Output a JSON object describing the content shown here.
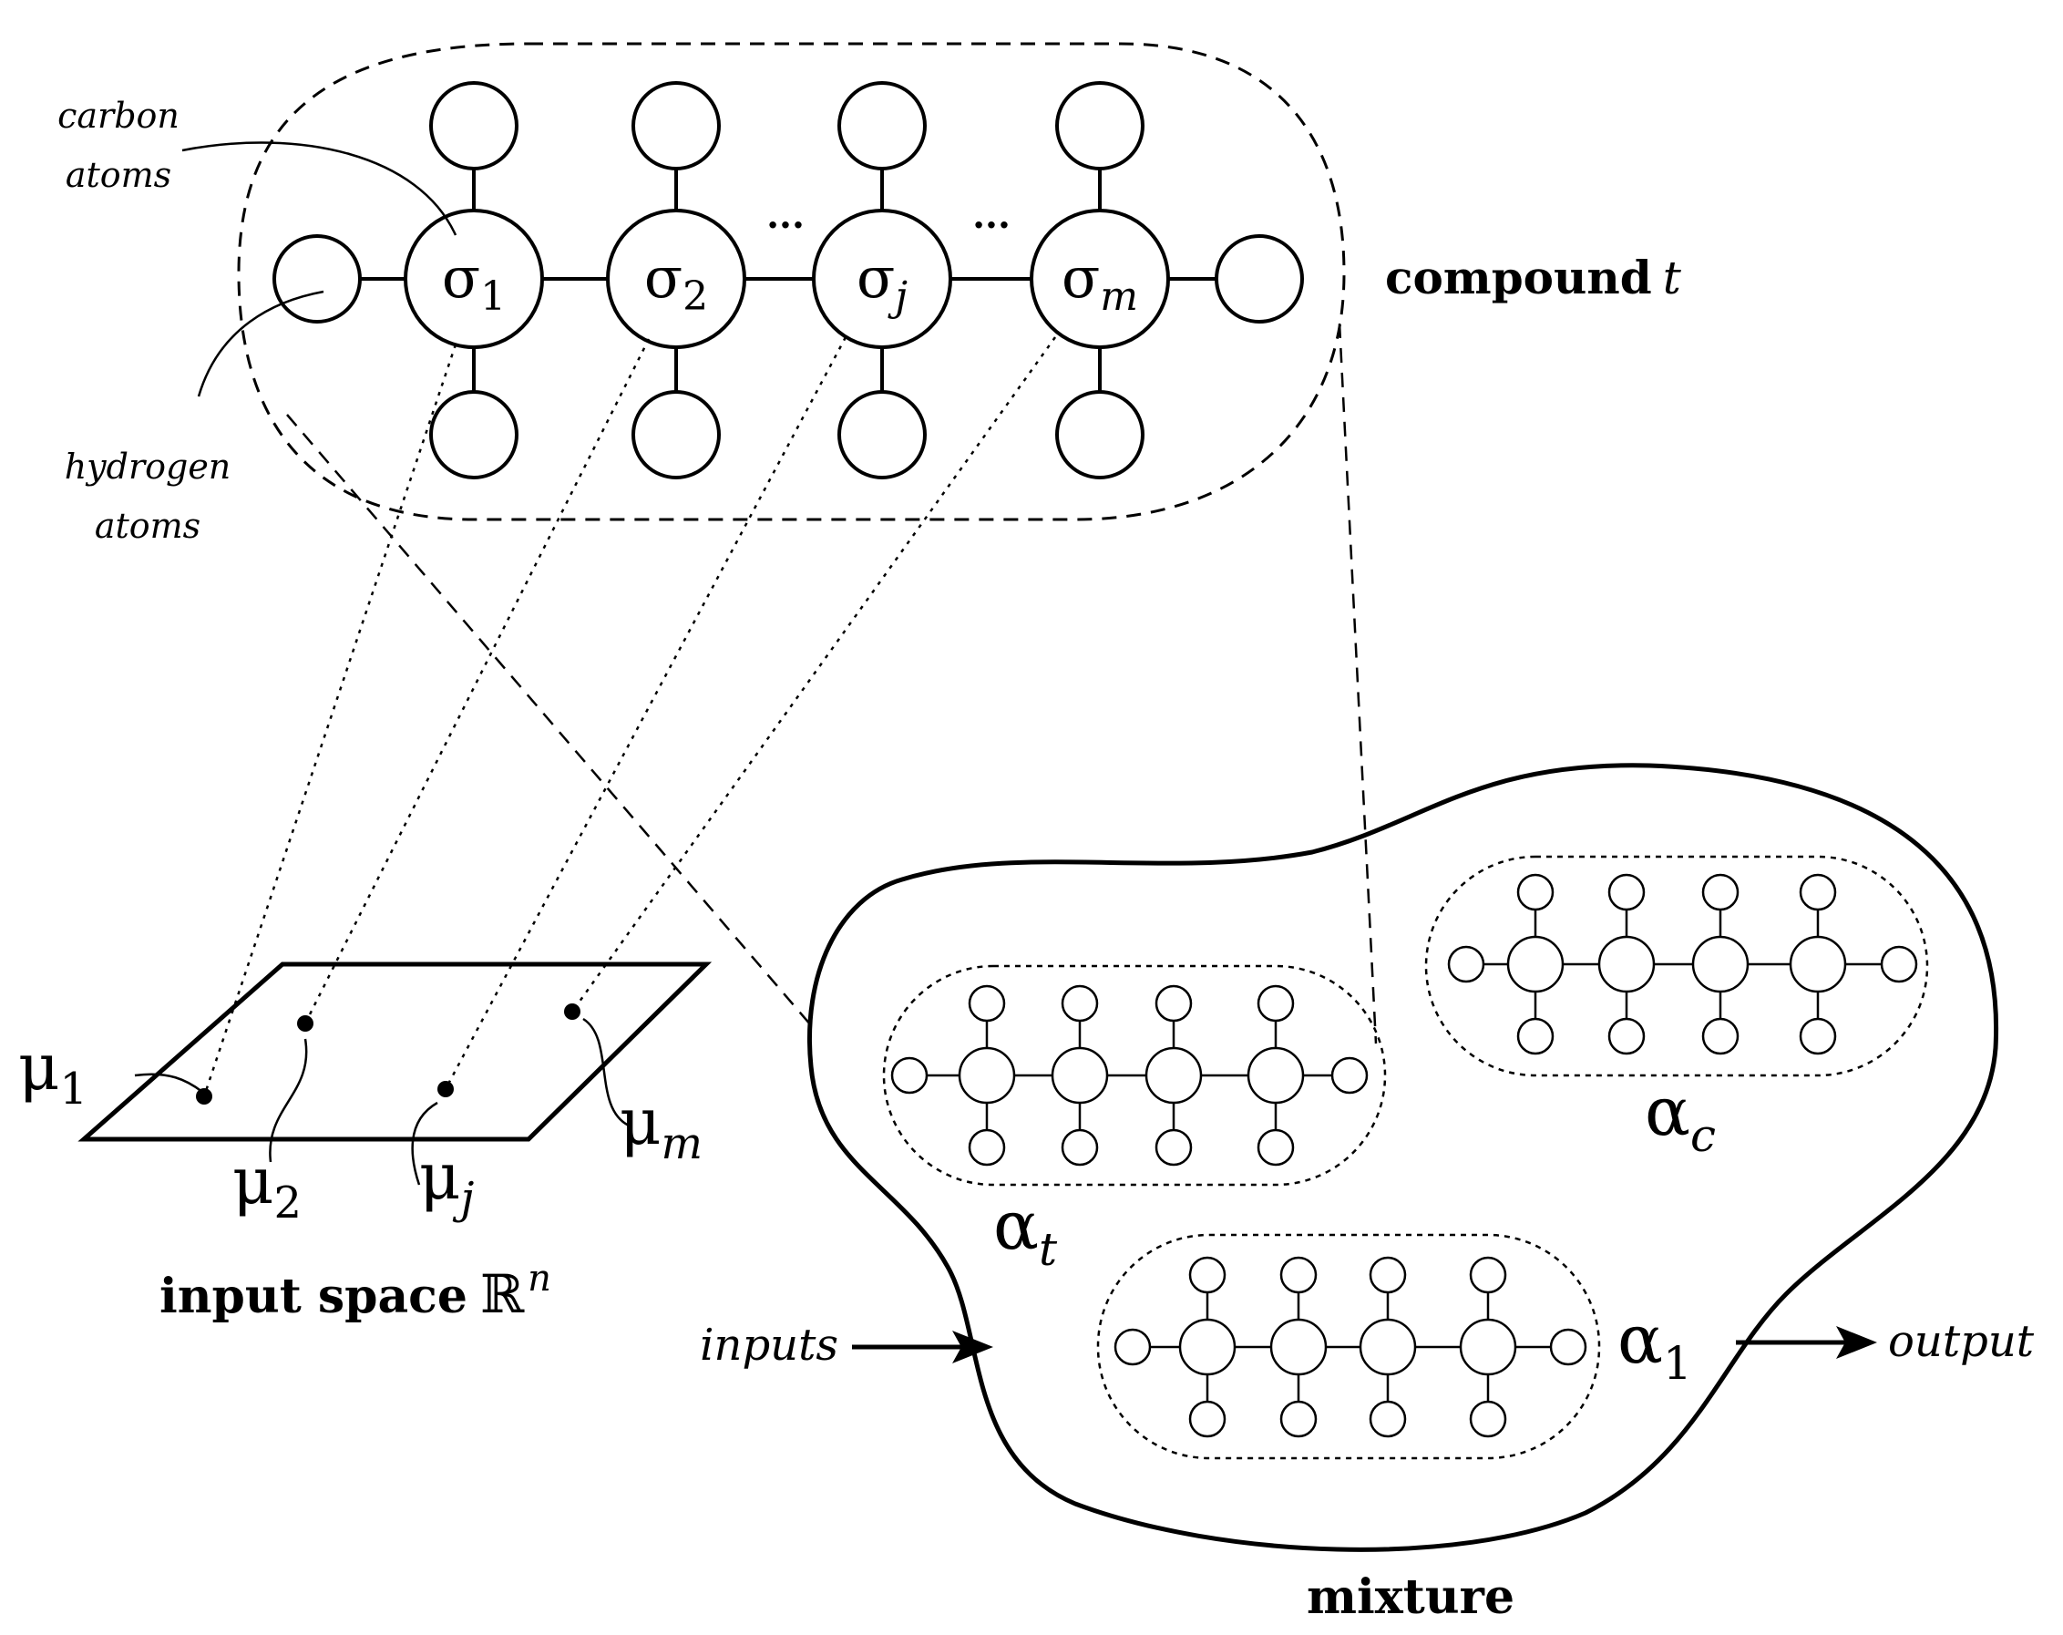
{
  "labels": {
    "carbon_line1": "carbon",
    "carbon_line2": "atoms",
    "hydrogen_line1": "hydrogen",
    "hydrogen_line2": "atoms",
    "compound_word": "compound",
    "compound_var": "t",
    "sigma": "σ",
    "sigma_subs": [
      "1",
      "2",
      "j",
      "m"
    ],
    "ellipsis": "...",
    "mu": "μ",
    "mu_subs": [
      "1",
      "2",
      "j",
      "m"
    ],
    "input_space_word": "input space",
    "input_space_sym": "ℝ",
    "input_space_sup": "n",
    "alpha": "α",
    "alpha_subs": [
      "t",
      "c",
      "1"
    ],
    "inputs": "inputs",
    "output": "output",
    "mixture": "mixture"
  },
  "colors": {
    "ink": "#000000",
    "background": "#ffffff"
  }
}
